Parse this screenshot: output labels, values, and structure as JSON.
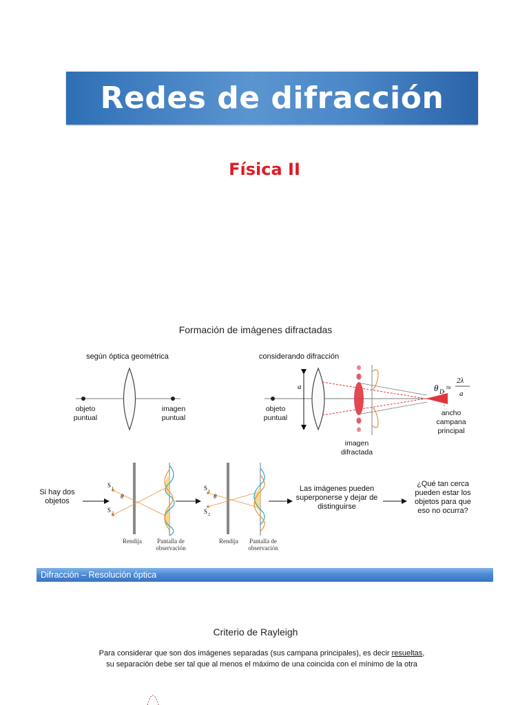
{
  "title": "Redes de difracción",
  "subtitle": "Física II",
  "figure": {
    "heading": "Formación de imágenes difractadas",
    "left": {
      "caption": "según óptica geométrica",
      "object_label": "objeto puntual",
      "image_label": "imagen puntual"
    },
    "right": {
      "caption": "considerando difracción",
      "aperture_label": "a",
      "object_label": "objeto puntual",
      "image_label": "imagen difractada",
      "formula_lhs": "θ",
      "formula_sub": "D",
      "formula_approx": "≈",
      "formula_num": "2λ",
      "formula_den": "a",
      "width_label": "ancho campana principal"
    },
    "bottom": {
      "two_objects": "Si hay dos objetos",
      "s1": "S",
      "s1_sub": "1",
      "s2": "S",
      "s2_sub": "2",
      "theta": "θ",
      "slit_label_1": "Rendija",
      "screen_label_1": "Pantalla de observación",
      "slit_label_2": "Rendija",
      "screen_label_2": "Pantalla de observación",
      "overlap_text": "Las imágenes pueden superponerse y dejar de distinguirse",
      "question_text": "¿Qué tan cerca pueden estar los objetos para que eso no ocurra?"
    }
  },
  "section_bar": "Difracción – Resolución óptica",
  "rayleigh": {
    "heading": "Criterio de Rayleigh",
    "line1_prefix": "Para considerar que son dos imágenes separadas (sus campana principales), es decir ",
    "line1_link": "resueltas",
    "line1_suffix": ",",
    "line2": "su separación debe ser tal que al menos el máximo de una coincida con el mínimo de la otra"
  },
  "colors": {
    "banner": "#3c7cc2",
    "subtitle": "#e01b24",
    "diffraction_red": "#e0353d",
    "wave_cyan": "#2aa7c9",
    "wave_orange": "#e8923a",
    "peak_fill": "#f6d88f"
  }
}
